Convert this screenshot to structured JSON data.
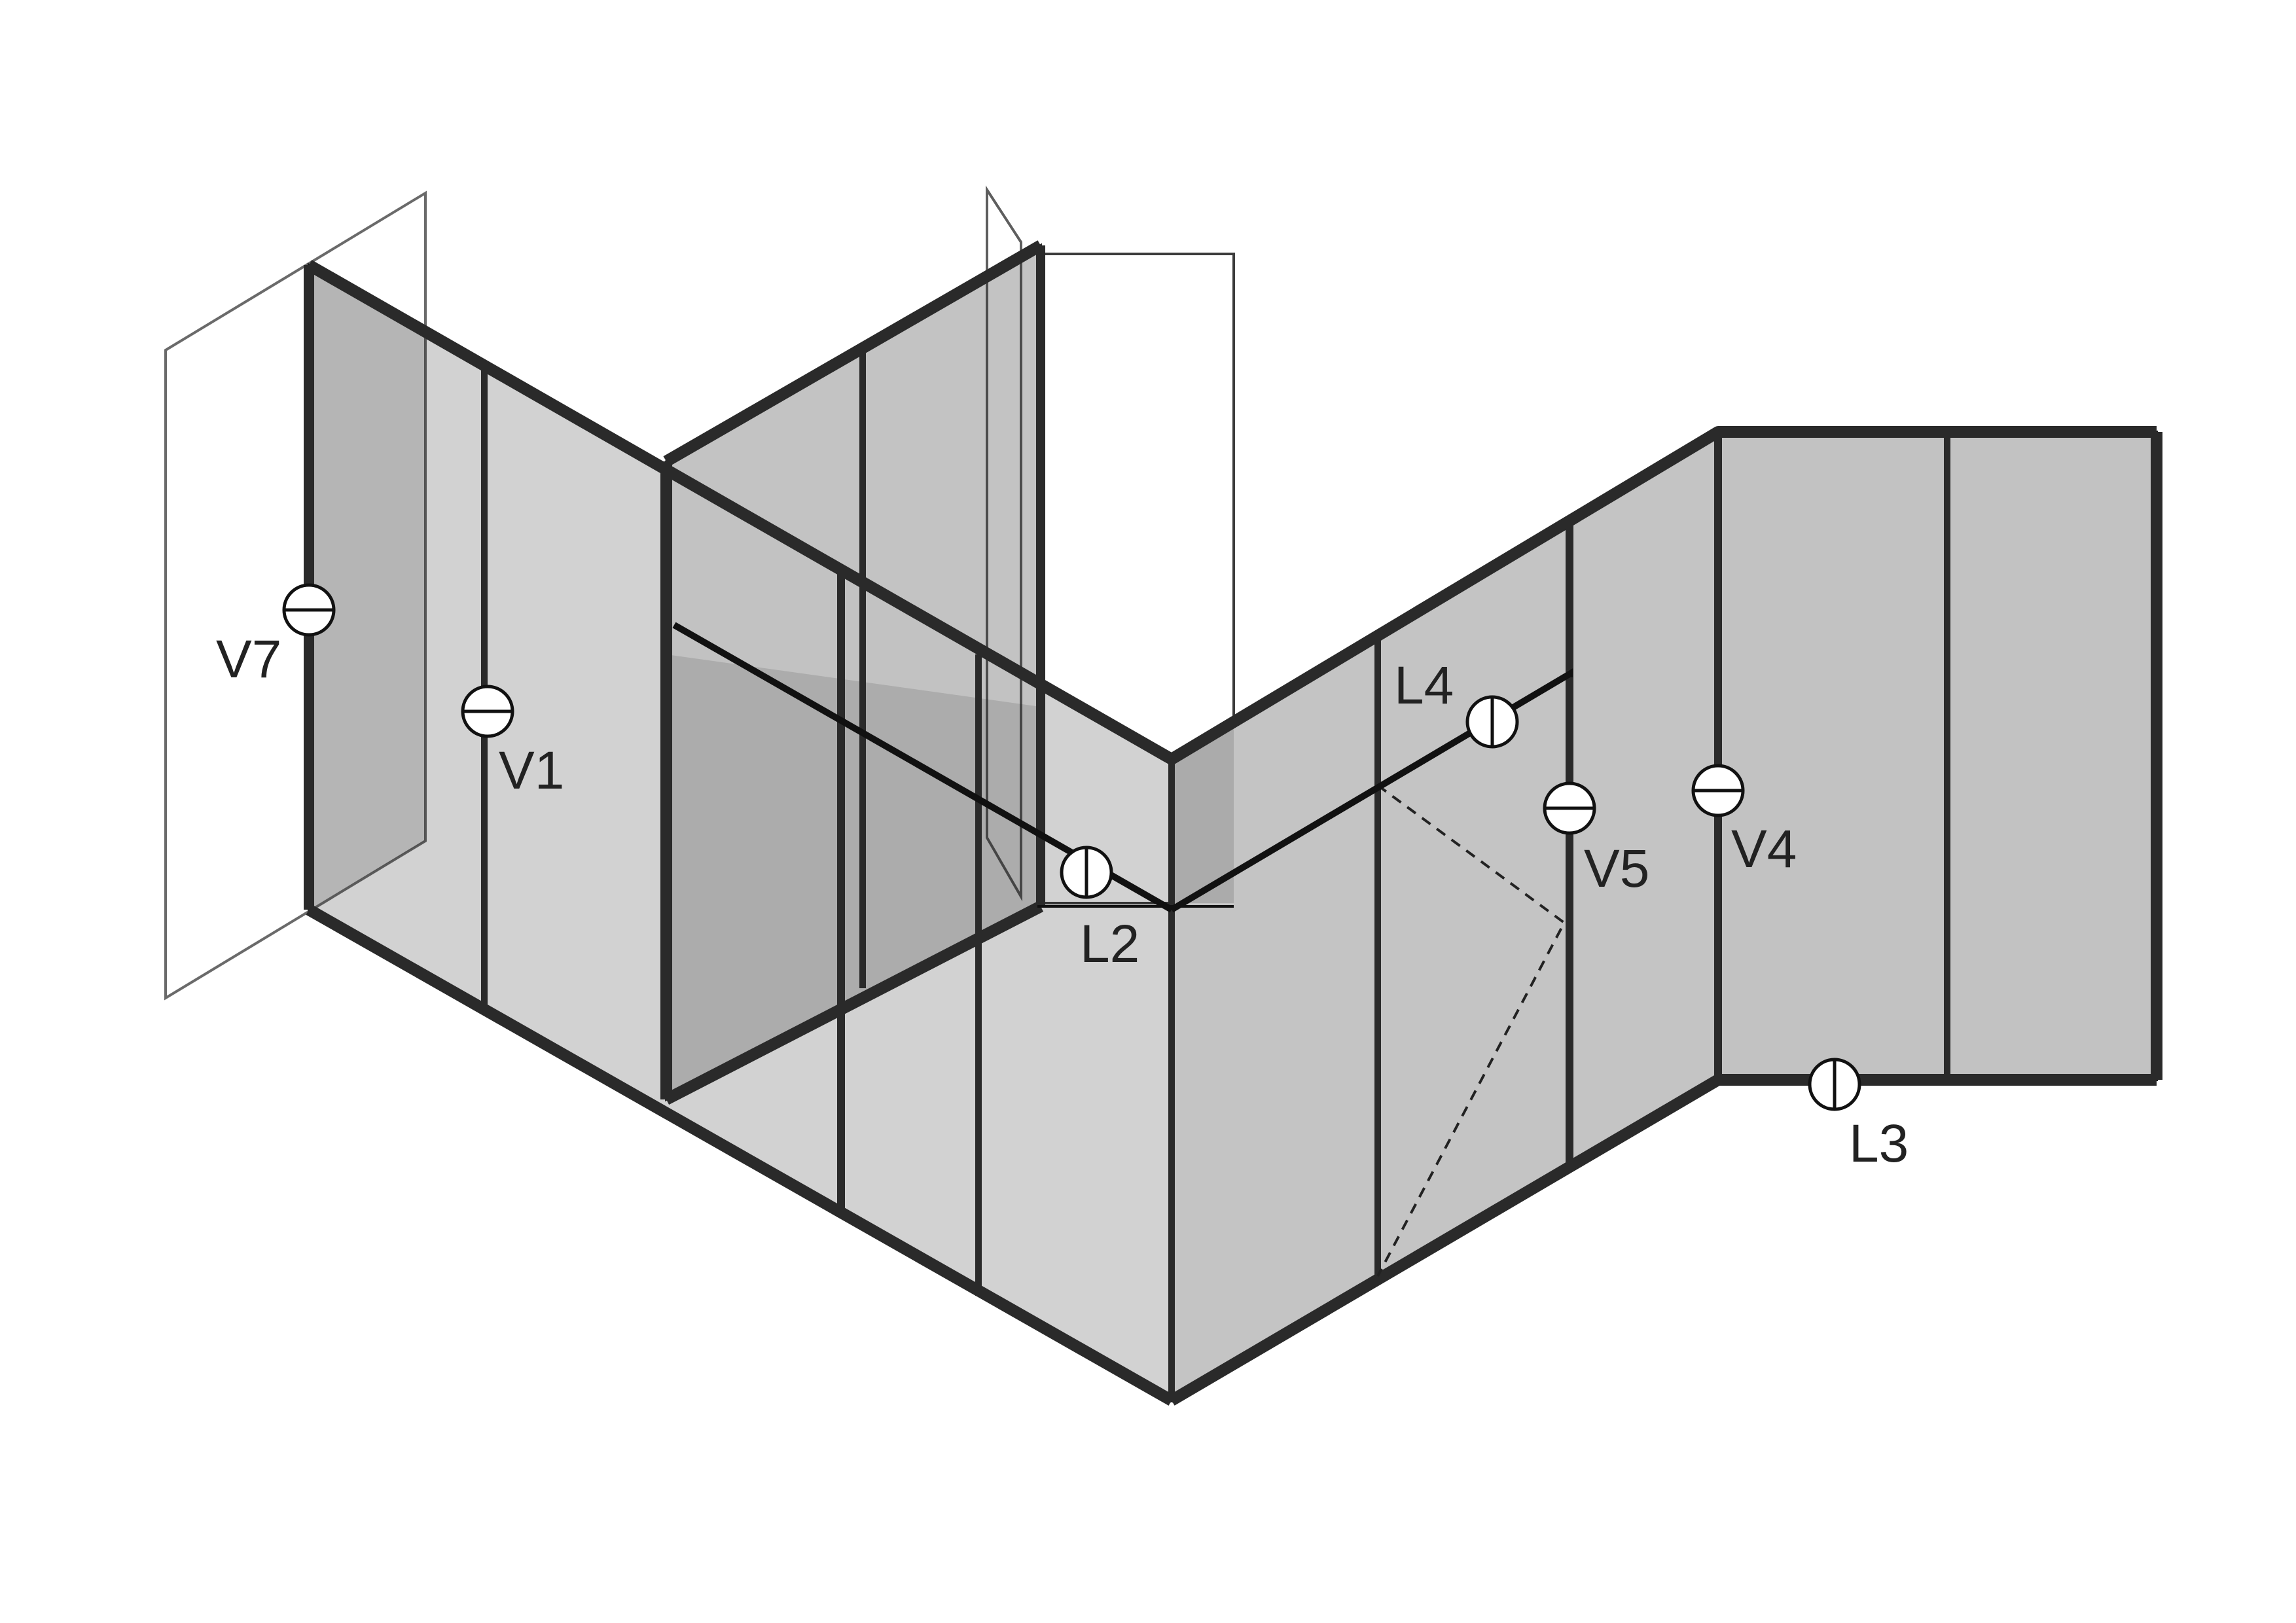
{
  "colors": {
    "panel_light": "#d2d2d2",
    "panel_mid": "#c4c4c4",
    "panel_dark": "#a9a9a9",
    "frame": "#3a3a3a",
    "line": "#111111"
  },
  "markers": [
    {
      "id": "V7",
      "label": "V7",
      "orientation": "horizontal"
    },
    {
      "id": "V1",
      "label": "V1",
      "orientation": "horizontal"
    },
    {
      "id": "L2",
      "label": "L2",
      "orientation": "vertical"
    },
    {
      "id": "L4",
      "label": "L4",
      "orientation": "vertical"
    },
    {
      "id": "V5",
      "label": "V5",
      "orientation": "horizontal"
    },
    {
      "id": "V4",
      "label": "V4",
      "orientation": "horizontal"
    },
    {
      "id": "L3",
      "label": "L3",
      "orientation": "vertical"
    }
  ]
}
